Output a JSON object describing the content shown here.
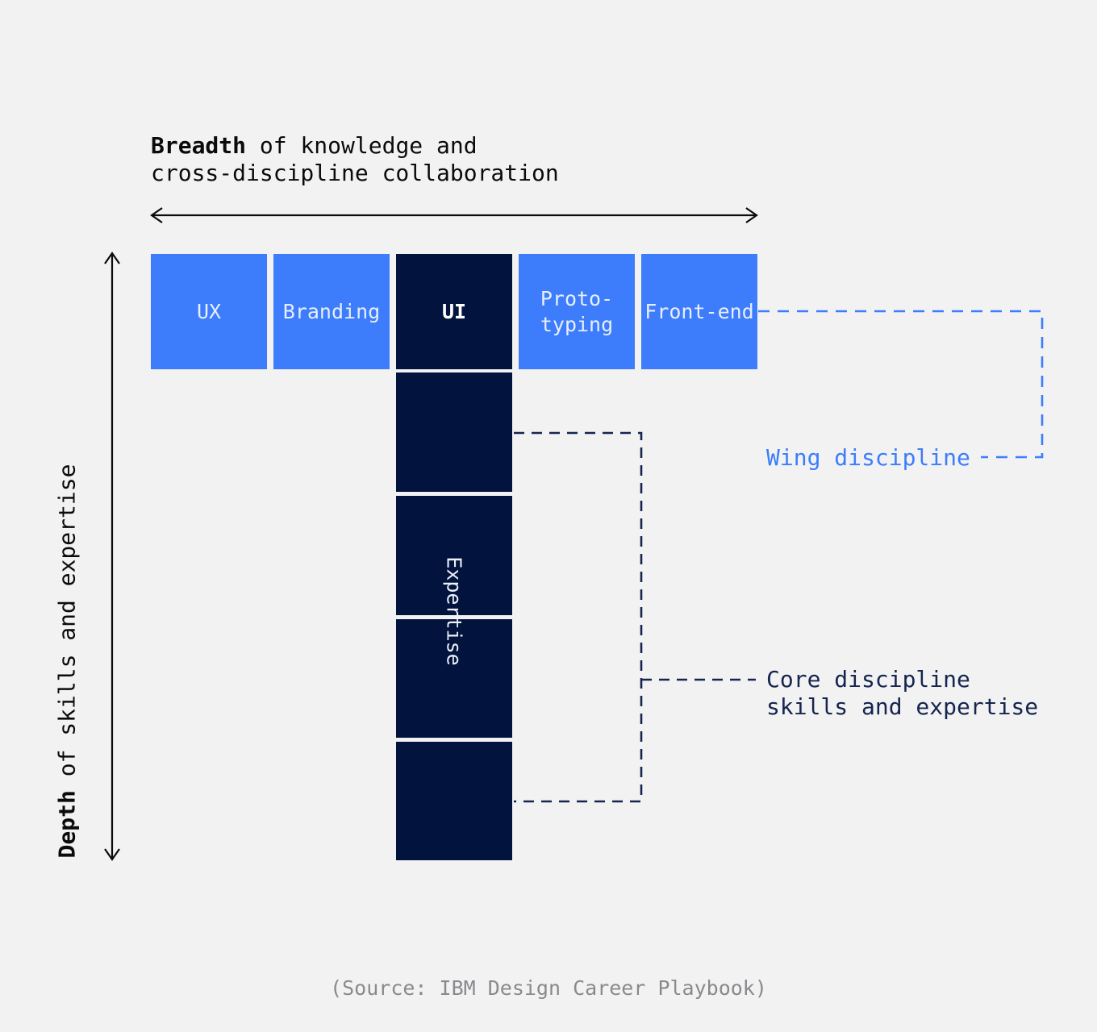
{
  "colors": {
    "background": "#F2F2F3",
    "wing_blue": "#3D7DFB",
    "core_navy": "#02143E",
    "ink_black": "#0B0B0C",
    "annotation_navy": "#16254E",
    "source_gray": "#8A8A8E",
    "box_label_light": "#E7EEFC"
  },
  "axes": {
    "breadth": {
      "bold_word": "Breadth",
      "line1_rest": " of knowledge and",
      "line2": "cross-discipline collaboration"
    },
    "depth": {
      "bold_word": "Depth",
      "rest": " of skills and expertise"
    }
  },
  "disciplines": {
    "row": [
      {
        "label": "UX",
        "type": "wing"
      },
      {
        "label": "Branding",
        "type": "wing"
      },
      {
        "label": "UI",
        "type": "core"
      },
      {
        "label": "Proto-typing",
        "type": "wing"
      },
      {
        "label": "Front-end",
        "type": "wing"
      }
    ],
    "core_column_label": "Expertise"
  },
  "annotations": {
    "wing": {
      "label": "Wing discipline"
    },
    "core": {
      "line1": "Core discipline",
      "line2": "skills and expertise"
    }
  },
  "source": "(Source: IBM Design Career Playbook)"
}
